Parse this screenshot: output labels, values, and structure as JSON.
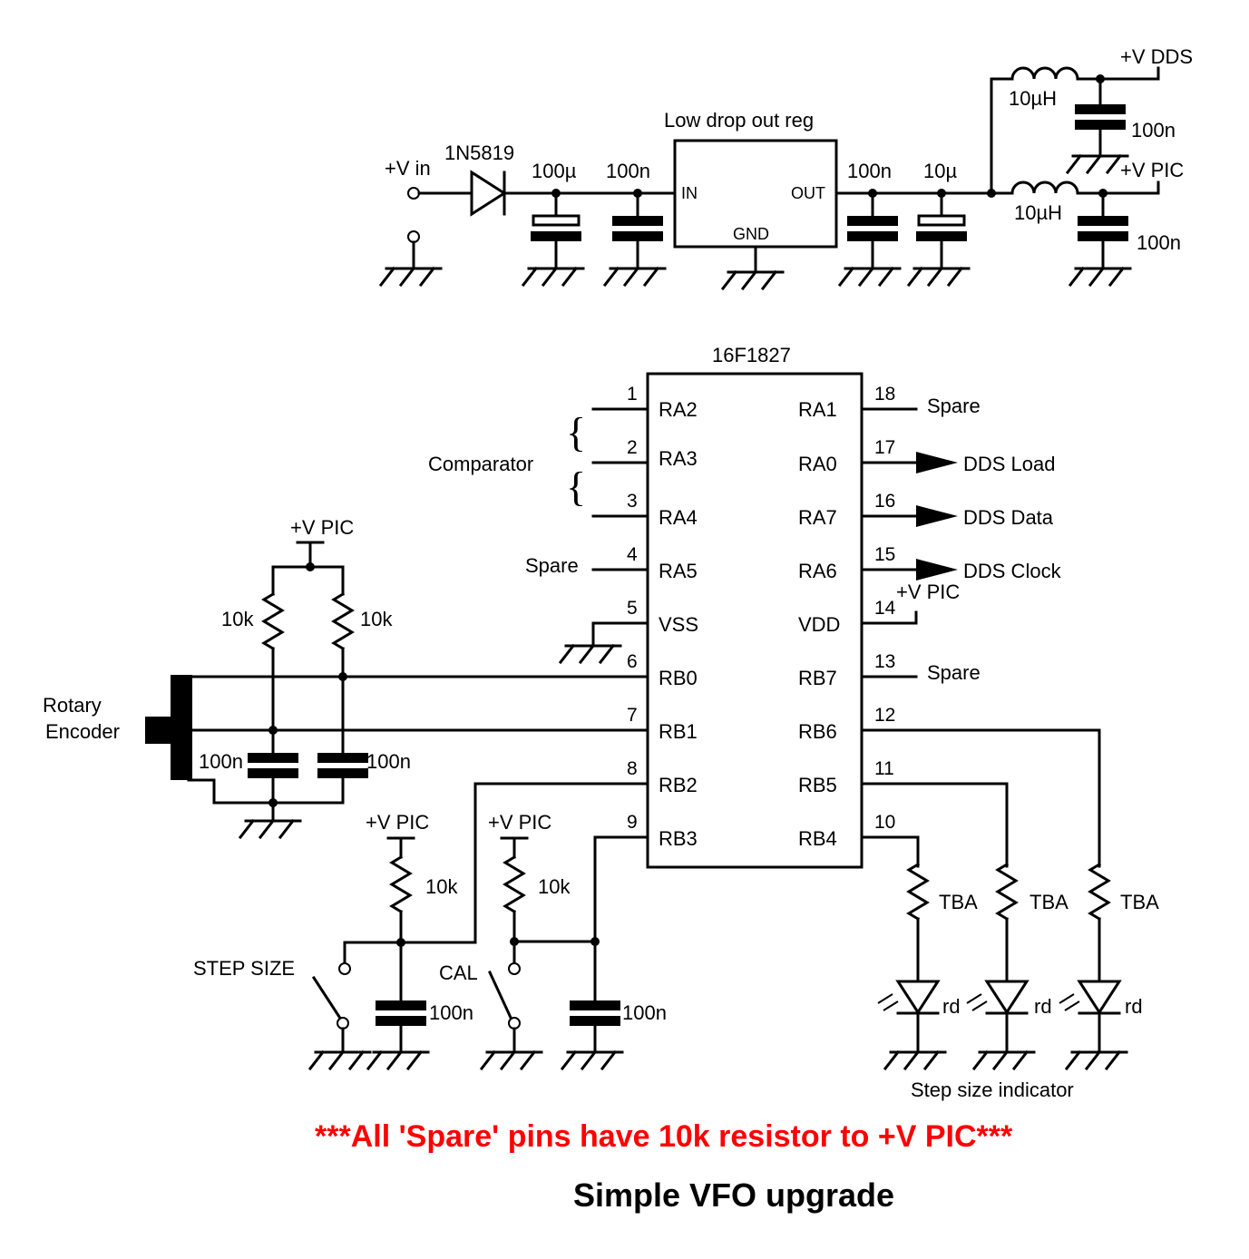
{
  "title": "Simple VFO upgrade",
  "note": "***All 'Spare' pins have 10k resistor to +V PIC***",
  "colors": {
    "note": "#ff0000",
    "ink": "#000000",
    "background": "#ffffff"
  },
  "power": {
    "vin": "+V in",
    "diode": "1N5819",
    "c_in_elec": "100µ",
    "c_in_cer": "100n",
    "regulator": {
      "name": "Low drop out reg",
      "in": "IN",
      "out": "OUT",
      "gnd": "GND"
    },
    "c_out_cer": "100n",
    "c_out_elec": "10µ",
    "dds_rail": "+V DDS",
    "dds_inductor": "10µH",
    "dds_cap": "100n",
    "pic_rail": "+V PIC",
    "pic_inductor": "10µH",
    "pic_cap": "100n"
  },
  "mcu": {
    "name": "16F1827",
    "left_pins": [
      {
        "num": "1",
        "name": "RA2"
      },
      {
        "num": "2",
        "name": "RA3"
      },
      {
        "num": "3",
        "name": "RA4"
      },
      {
        "num": "4",
        "name": "RA5"
      },
      {
        "num": "5",
        "name": "VSS"
      },
      {
        "num": "6",
        "name": "RB0"
      },
      {
        "num": "7",
        "name": "RB1"
      },
      {
        "num": "8",
        "name": "RB2"
      },
      {
        "num": "9",
        "name": "RB3"
      }
    ],
    "right_pins": [
      {
        "num": "18",
        "name": "RA1"
      },
      {
        "num": "17",
        "name": "RA0"
      },
      {
        "num": "16",
        "name": "RA7"
      },
      {
        "num": "15",
        "name": "RA6"
      },
      {
        "num": "14",
        "name": "VDD"
      },
      {
        "num": "13",
        "name": "RB7"
      },
      {
        "num": "12",
        "name": "RB6"
      },
      {
        "num": "11",
        "name": "RB5"
      },
      {
        "num": "10",
        "name": "RB4"
      }
    ]
  },
  "labels": {
    "comparator": "Comparator",
    "spare": "Spare",
    "dds_load": "DDS Load",
    "dds_data": "DDS Data",
    "dds_clock": "DDS Clock",
    "vpic": "+V PIC",
    "rotary_1": "Rotary",
    "rotary_2": "Encoder",
    "r10k": "10k",
    "c100n": "100n",
    "step_size": "STEP SIZE",
    "cal": "CAL",
    "tba": "TBA",
    "led": "rd",
    "step_indicator": "Step size indicator"
  }
}
